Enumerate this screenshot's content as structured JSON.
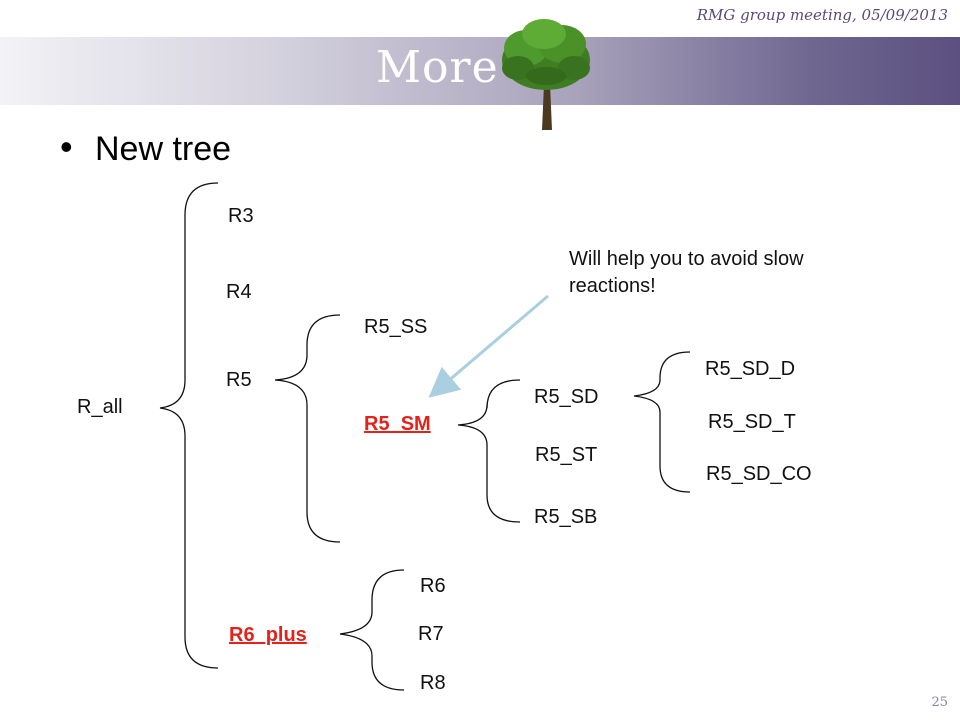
{
  "header": {
    "note": "RMG group meeting, 05/09/2013"
  },
  "title": {
    "text": "More"
  },
  "bullet": {
    "text": "New tree"
  },
  "tree": {
    "root": "R_all",
    "level1": {
      "r3": "R3",
      "r4": "R4",
      "r5": "R5",
      "r6_plus": "R6_plus"
    },
    "r5_children": {
      "ss": "R5_SS",
      "sm": "R5_SM"
    },
    "sm_children": {
      "sd": "R5_SD",
      "st": "R5_ST",
      "sb": "R5_SB"
    },
    "sd_children": {
      "d": "R5_SD_D",
      "t": "R5_SD_T",
      "co": "R5_SD_CO"
    },
    "r6_children": {
      "r6": "R6",
      "r7": "R7",
      "r8": "R8"
    },
    "highlight_color": "#e3231b"
  },
  "annotation": {
    "text": "Will help you to avoid slow reactions!",
    "arrow_color": "#a9cfe0"
  },
  "page_number": "25"
}
